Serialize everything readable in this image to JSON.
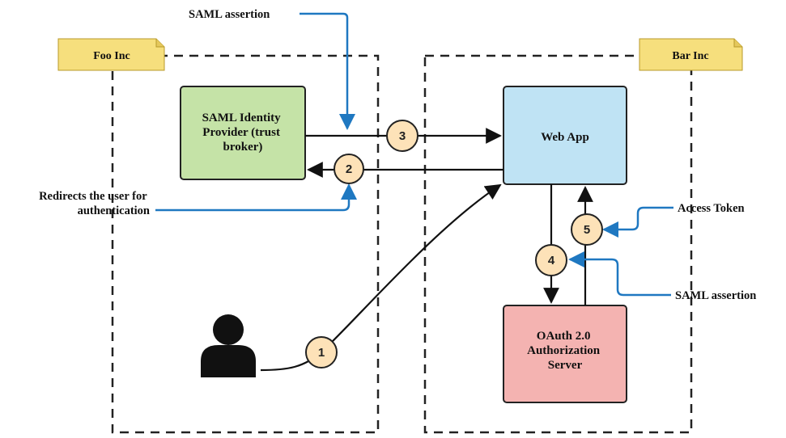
{
  "zones": {
    "foo": {
      "label": "Foo Inc"
    },
    "bar": {
      "label": "Bar Inc"
    }
  },
  "boxes": {
    "idp": {
      "lines": [
        "SAML Identity",
        "Provider (trust",
        "broker)"
      ],
      "fill": "#c5e3a7"
    },
    "webapp": {
      "lines": [
        "Web App"
      ],
      "fill": "#bfe3f4"
    },
    "oauth": {
      "lines": [
        "OAuth 2.0",
        "Authorization",
        "Server"
      ],
      "fill": "#f4b3b1"
    }
  },
  "steps": [
    "1",
    "2",
    "3",
    "4",
    "5"
  ],
  "annotations": {
    "saml_top": "SAML assertion",
    "redirect": [
      "Redirects the user for",
      "authentication"
    ],
    "access_token": "Access Token",
    "saml_right": "SAML assertion"
  },
  "colors": {
    "note_fill": "#f6df7d",
    "step_fill": "#fde2b8",
    "annotation_arrow": "#1f78c1",
    "flow_arrow": "#111111"
  },
  "icons": {
    "user": "user-silhouette-icon"
  }
}
